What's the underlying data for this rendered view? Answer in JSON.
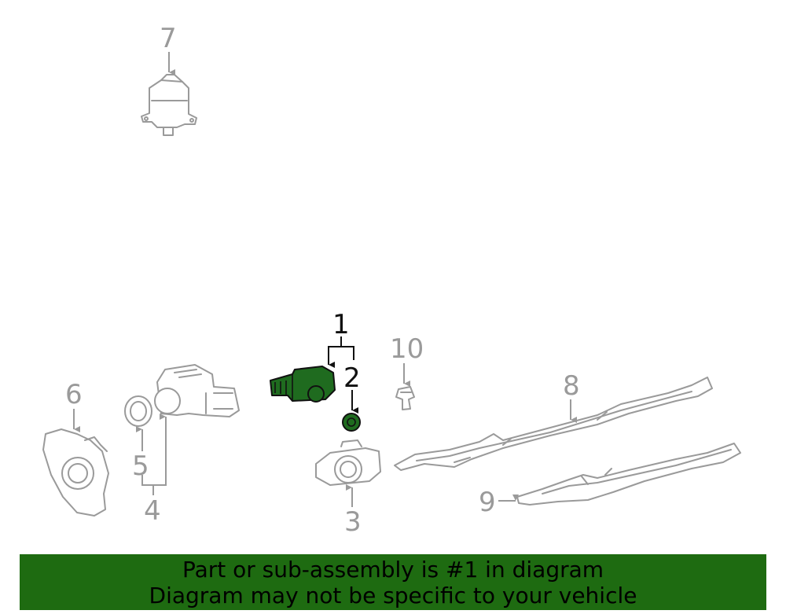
{
  "callouts": {
    "c1": "1",
    "c2": "2",
    "c3": "3",
    "c4": "4",
    "c5": "5",
    "c6": "6",
    "c7": "7",
    "c8": "8",
    "c9": "9",
    "c10": "10"
  },
  "highlight_color": "#1e6b11",
  "banner": {
    "line1": "Part or sub-assembly is #1 in diagram",
    "line2": "Diagram may not be specific to your vehicle"
  }
}
